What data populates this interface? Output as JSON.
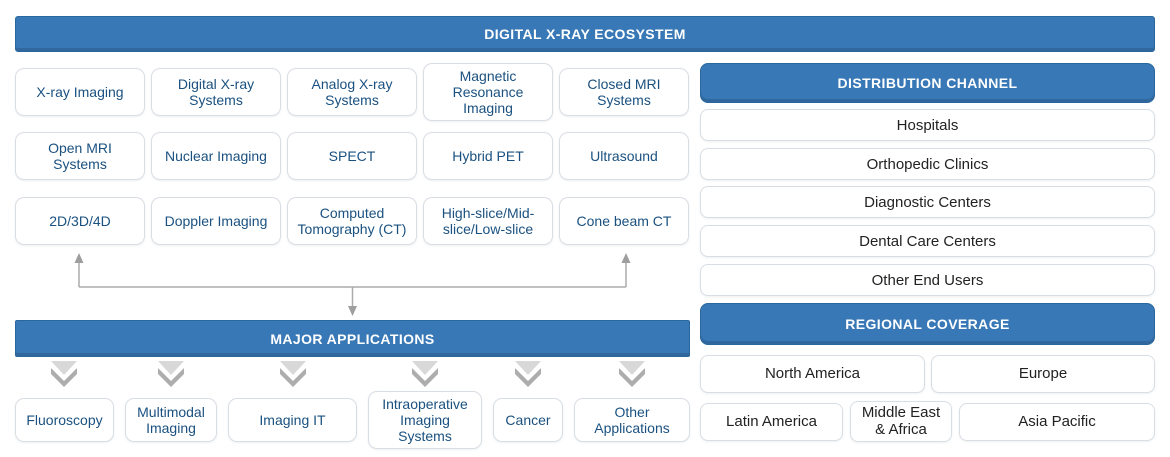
{
  "colors": {
    "header_blue": "#3878B6",
    "header_blue_border": "#2B679F",
    "box_border": "#D9DEE4",
    "navy_text": "#1A5180",
    "dark_text": "#222222",
    "arrow_gray": "#ABABAB",
    "triangle_light": "#D8D8D8",
    "triangle_dark": "#ADADAD"
  },
  "ecosystem": {
    "title": "DIGITAL X-RAY ECOSYSTEM",
    "rows": [
      [
        "X-ray Imaging",
        "Digital X-ray Systems",
        "Analog X-ray Systems",
        "Magnetic Resonance Imaging",
        "Closed MRI Systems"
      ],
      [
        "Open MRI Systems",
        "Nuclear Imaging",
        "SPECT",
        "Hybrid PET",
        "Ultrasound"
      ],
      [
        "2D/3D/4D",
        "Doppler Imaging",
        "Computed Tomography (CT)",
        "High-slice/Mid-slice/Low-slice",
        "Cone beam CT"
      ]
    ]
  },
  "major_applications": {
    "title": "MAJOR APPLICATIONS",
    "items": [
      "Fluoroscopy",
      "Multimodal Imaging",
      "Imaging IT",
      "Intraoperative Imaging Systems",
      "Cancer",
      "Other Applications"
    ]
  },
  "distribution_channel": {
    "title": "DISTRIBUTION CHANNEL",
    "items": [
      "Hospitals",
      "Orthopedic Clinics",
      "Diagnostic Centers",
      "Dental Care Centers",
      "Other End Users"
    ]
  },
  "regional_coverage": {
    "title": "REGIONAL COVERAGE",
    "rows": [
      [
        "North America",
        "Europe"
      ],
      [
        "Latin America",
        "Middle East & Africa",
        "Asia Pacific"
      ]
    ]
  }
}
